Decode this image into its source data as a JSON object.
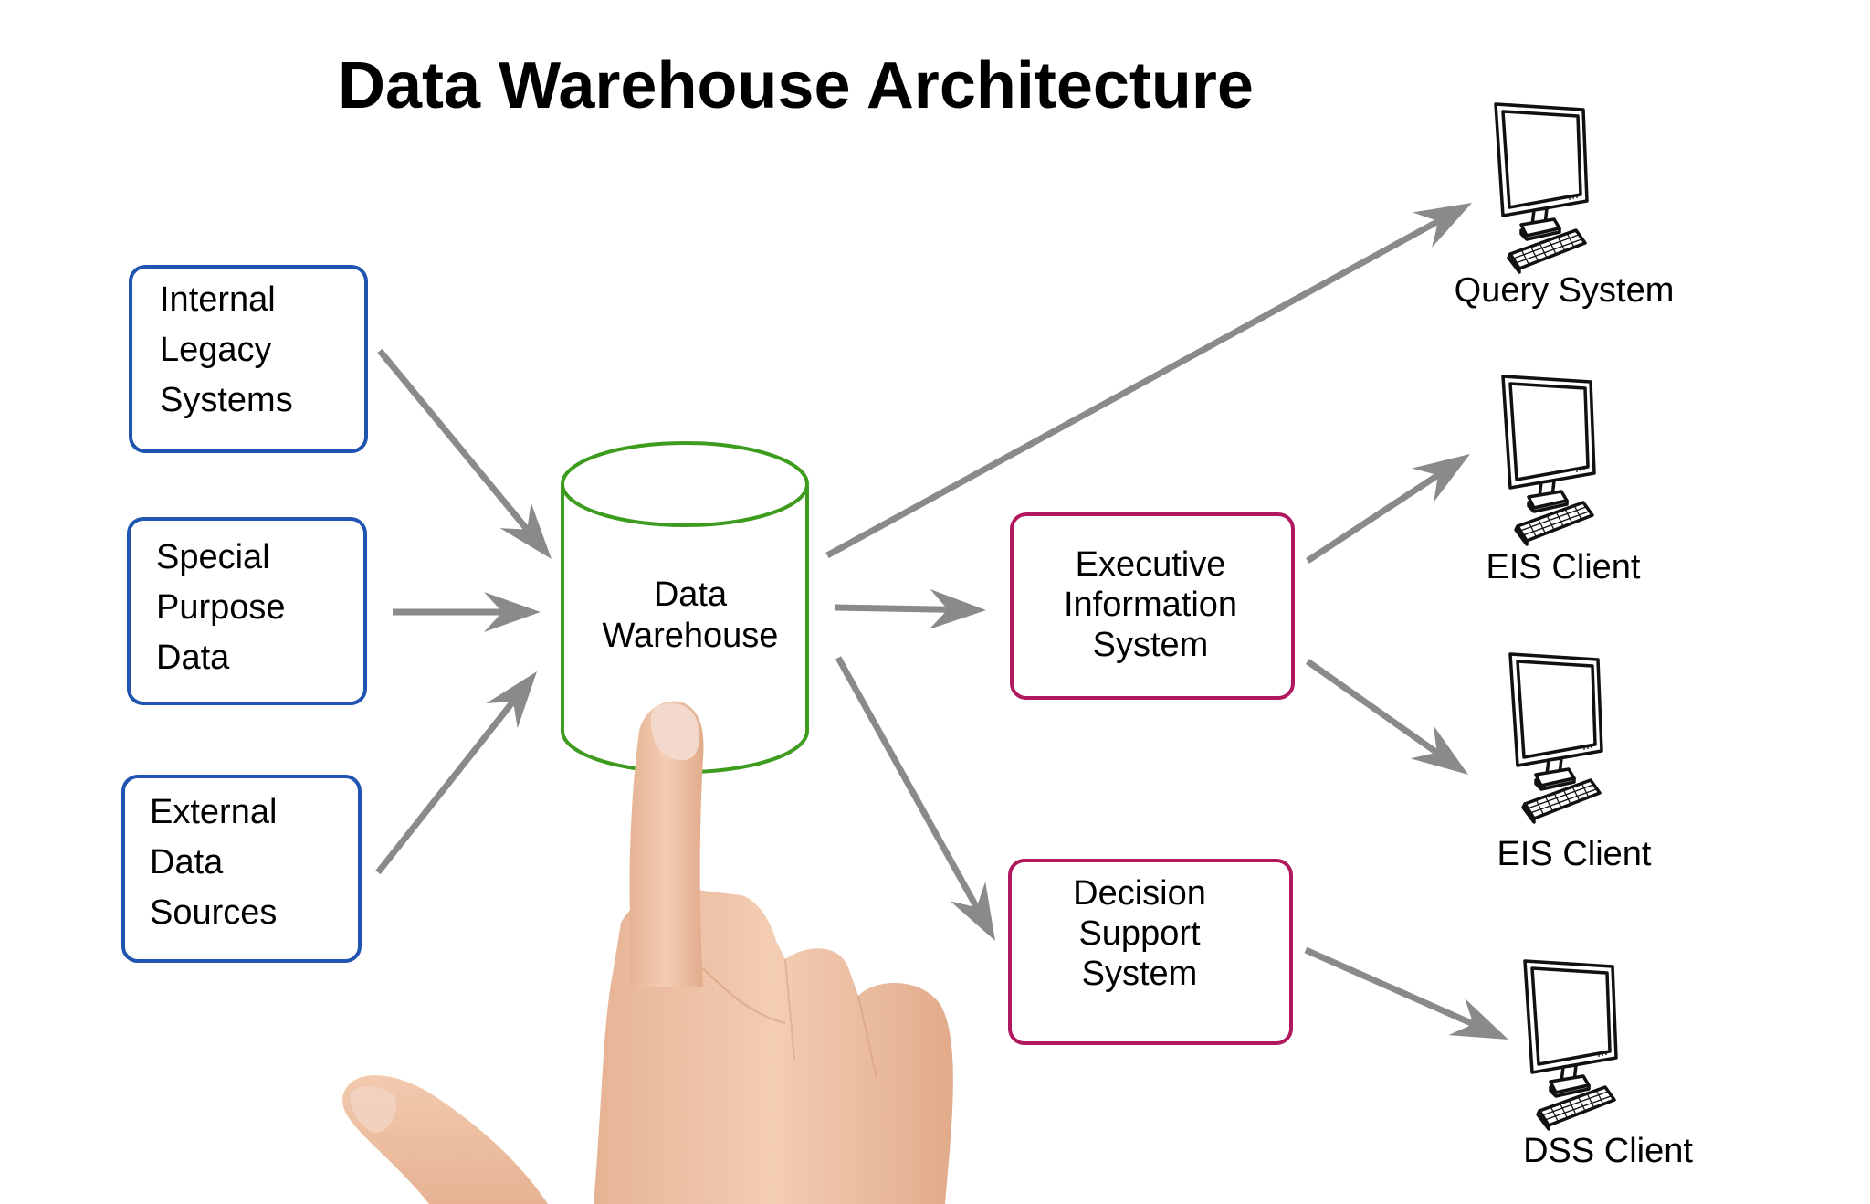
{
  "title": "Data Warehouse Architecture",
  "sources": [
    {
      "id": "internal-legacy-systems",
      "lines": [
        "Internal",
        "Legacy",
        "Systems"
      ]
    },
    {
      "id": "special-purpose-data",
      "lines": [
        "Special",
        "Purpose",
        "Data"
      ]
    },
    {
      "id": "external-data-sources",
      "lines": [
        "External",
        "Data",
        "Sources"
      ]
    }
  ],
  "warehouse": {
    "lines": [
      "Data",
      "Warehouse"
    ]
  },
  "systems": [
    {
      "id": "executive-information-system",
      "lines": [
        "Executive",
        "Information",
        "System"
      ]
    },
    {
      "id": "decision-support-system",
      "lines": [
        "Decision",
        "Support",
        "System"
      ]
    }
  ],
  "clients": [
    {
      "id": "query-system",
      "label": "Query System",
      "icon": "computer-icon"
    },
    {
      "id": "eis-client-1",
      "label": "EIS Client",
      "icon": "computer-icon"
    },
    {
      "id": "eis-client-2",
      "label": "EIS Client",
      "icon": "computer-icon"
    },
    {
      "id": "dss-client",
      "label": "DSS Client",
      "icon": "computer-icon"
    }
  ],
  "connections": [
    {
      "from": "Internal Legacy Systems",
      "to": "Data Warehouse"
    },
    {
      "from": "Special Purpose Data",
      "to": "Data Warehouse"
    },
    {
      "from": "External Data Sources",
      "to": "Data Warehouse"
    },
    {
      "from": "Data Warehouse",
      "to": "Query System"
    },
    {
      "from": "Data Warehouse",
      "to": "Executive Information System"
    },
    {
      "from": "Data Warehouse",
      "to": "Decision Support System"
    },
    {
      "from": "Executive Information System",
      "to": "EIS Client"
    },
    {
      "from": "Executive Information System",
      "to": "EIS Client"
    },
    {
      "from": "Decision Support System",
      "to": "DSS Client"
    }
  ],
  "colors": {
    "source_border": "#1f55b0",
    "system_border": "#b0195e",
    "warehouse_border": "#3d9c1e",
    "arrow": "#8a8a8a"
  },
  "photo": {
    "description": "hand pointing at Data Warehouse cylinder"
  }
}
